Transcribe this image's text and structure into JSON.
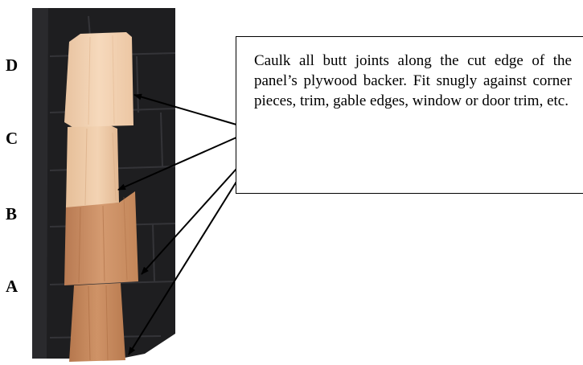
{
  "labels": {
    "d": "D",
    "c": "C",
    "b": "B",
    "a": "A"
  },
  "callout": {
    "text": "Caulk all butt joints along the cut edge of the panel’s plywood backer. Fit snugly against corner pieces, trim, gable edges, window or door trim, etc."
  },
  "colors": {
    "wall": "#1e1e20",
    "shingle_light": "#f1cfae",
    "shingle_medium": "#c98f66",
    "arrow": "#000000"
  }
}
